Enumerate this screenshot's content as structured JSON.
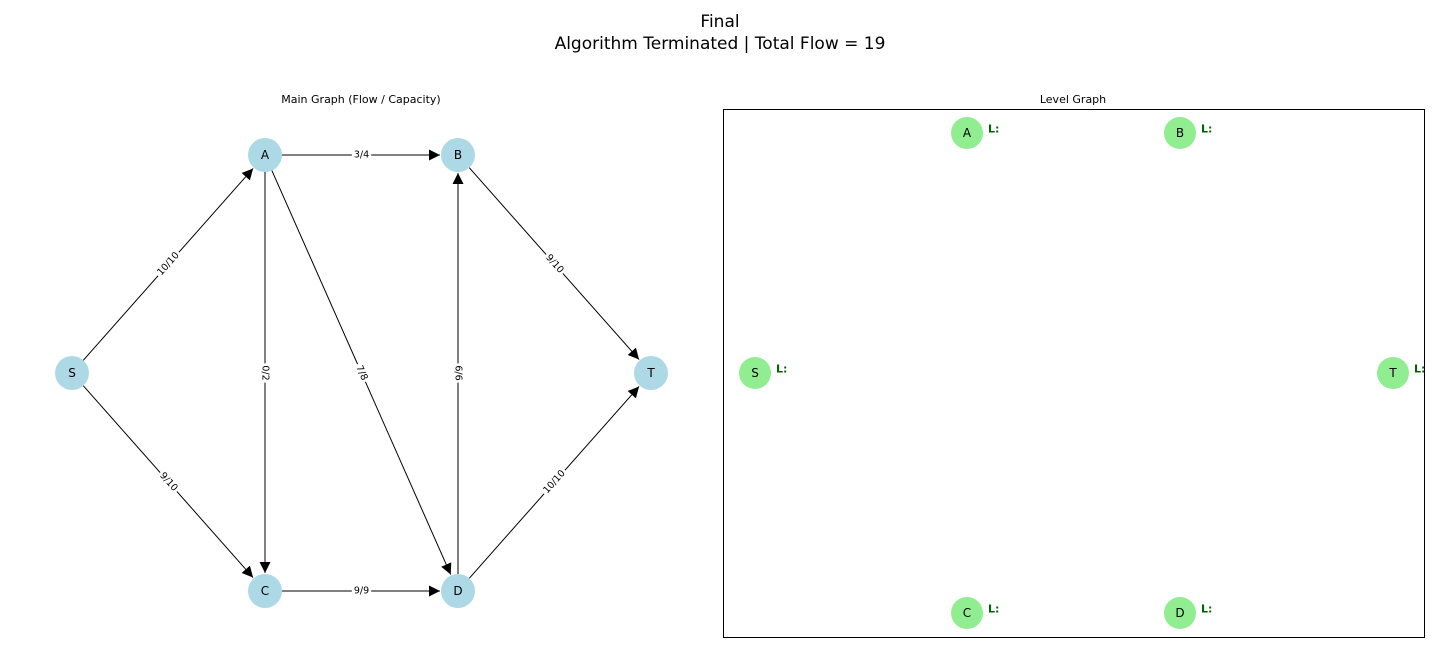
{
  "figure": {
    "title_line1": "Final",
    "title_line2": "Algorithm Terminated | Total Flow = 19"
  },
  "main_graph": {
    "title": "Main Graph (Flow / Capacity)",
    "node_color": "#add8e6",
    "nodes": [
      {
        "id": "S",
        "label": "S"
      },
      {
        "id": "A",
        "label": "A"
      },
      {
        "id": "B",
        "label": "B"
      },
      {
        "id": "C",
        "label": "C"
      },
      {
        "id": "D",
        "label": "D"
      },
      {
        "id": "T",
        "label": "T"
      }
    ],
    "edges": [
      {
        "from": "S",
        "to": "A",
        "label": "10/10"
      },
      {
        "from": "S",
        "to": "C",
        "label": "9/10"
      },
      {
        "from": "A",
        "to": "B",
        "label": "3/4"
      },
      {
        "from": "A",
        "to": "C",
        "label": "0/2"
      },
      {
        "from": "A",
        "to": "D",
        "label": "7/8"
      },
      {
        "from": "C",
        "to": "D",
        "label": "9/9"
      },
      {
        "from": "D",
        "to": "B",
        "label": "6/6"
      },
      {
        "from": "B",
        "to": "T",
        "label": "9/10"
      },
      {
        "from": "D",
        "to": "T",
        "label": "10/10"
      }
    ]
  },
  "level_graph": {
    "title": "Level Graph",
    "node_color": "#90ee90",
    "level_label_color": "#006400",
    "nodes": [
      {
        "id": "S",
        "label": "S",
        "level_label": "L:"
      },
      {
        "id": "A",
        "label": "A",
        "level_label": "L:"
      },
      {
        "id": "B",
        "label": "B",
        "level_label": "L:"
      },
      {
        "id": "C",
        "label": "C",
        "level_label": "L:"
      },
      {
        "id": "D",
        "label": "D",
        "level_label": "L:"
      },
      {
        "id": "T",
        "label": "T",
        "level_label": "L:"
      }
    ]
  }
}
